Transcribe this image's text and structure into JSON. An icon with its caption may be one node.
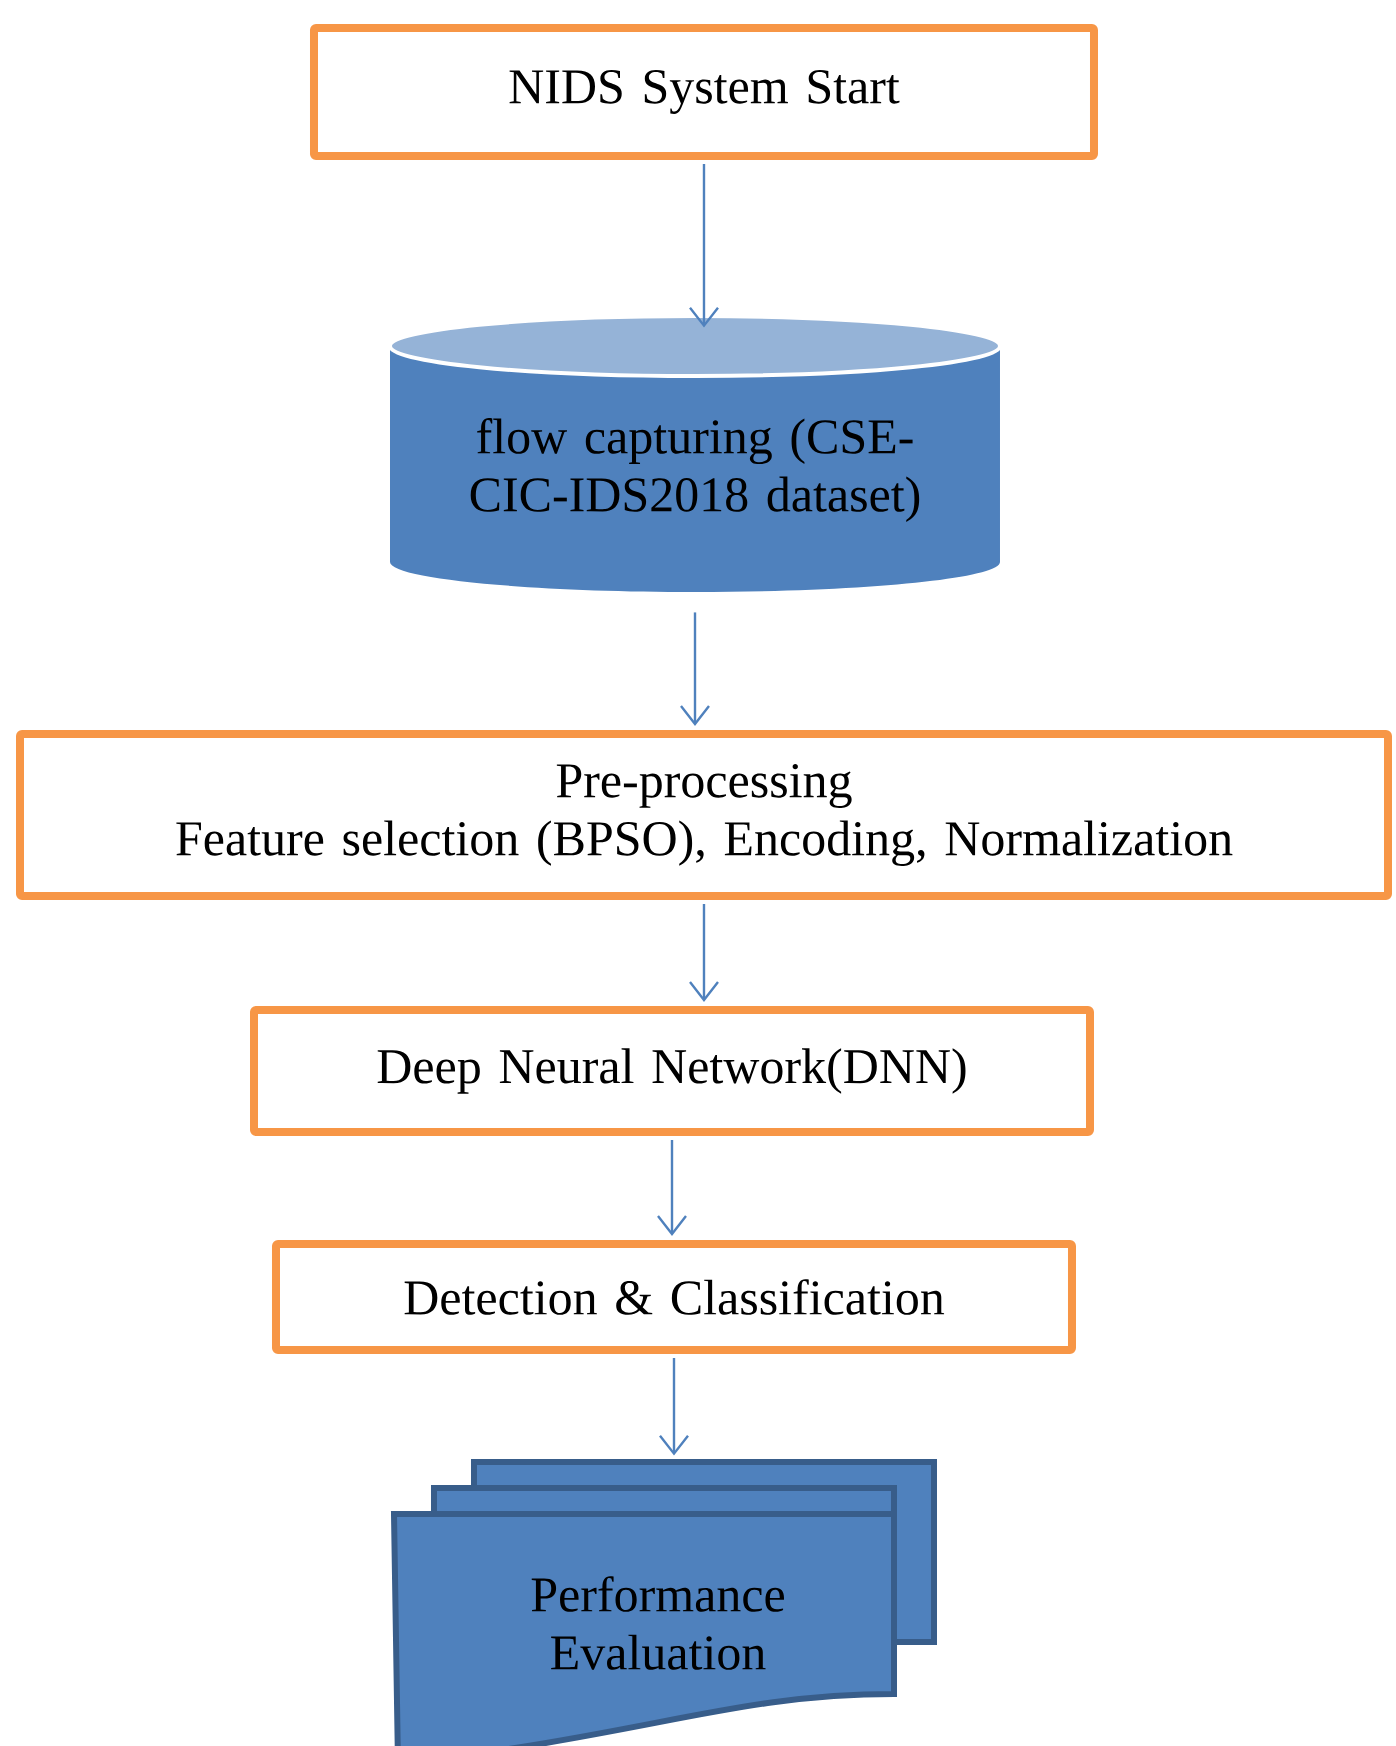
{
  "diagram": {
    "nodes": [
      {
        "text": [
          "NIDS   System Start"
        ]
      },
      {
        "text": [
          "flow capturing (CSE-CIC-IDS2018 dataset)"
        ]
      },
      {
        "text": [
          "Pre-processing",
          "Feature selection (BPSO), Encoding, Normalization"
        ]
      },
      {
        "text": [
          "Deep Neural Network(DNN)"
        ]
      },
      {
        "text": [
          "Detection & Classification"
        ]
      },
      {
        "text": [
          "Performance Evaluation"
        ]
      }
    ],
    "edges": [
      {
        "from": 0,
        "to": 1,
        "arrow": "to"
      },
      {
        "from": 1,
        "to": 2,
        "arrow": "to"
      },
      {
        "from": 2,
        "to": 3,
        "arrow": "to"
      },
      {
        "from": 3,
        "to": 4,
        "arrow": "to"
      },
      {
        "from": 4,
        "to": 5,
        "arrow": "to"
      }
    ]
  }
}
